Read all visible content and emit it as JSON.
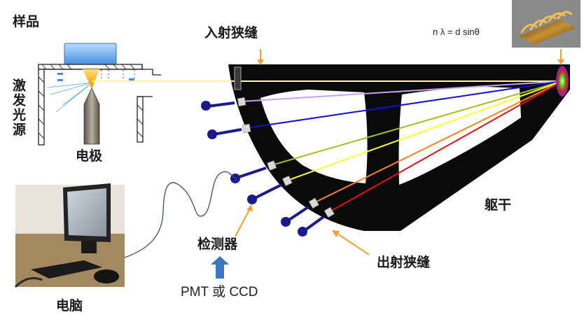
{
  "labels": {
    "sample": "样品",
    "excitation_source": "激发光源",
    "electrode": "电极",
    "entrance_slit": "入射狭缝",
    "formula": "n λ = d sinθ",
    "body": "躯干",
    "detector": "检测器",
    "detector_types": "PMT 或 CCD",
    "exit_slit": "出射狭缝",
    "computer": "电脑"
  },
  "colors": {
    "body": "#0a0a0a",
    "arrow_orange": "#f0a030",
    "detector_blue": "#1a1a8c",
    "pmt_arrow": "#3a78c0",
    "sample_blue": "#5aa0e8",
    "incident_beam": "#ffff80",
    "spectrum_lines": [
      "#c8a0f0",
      "#1010d0",
      "#a0c020",
      "#ffff30",
      "#ff8020",
      "#e01010"
    ]
  }
}
